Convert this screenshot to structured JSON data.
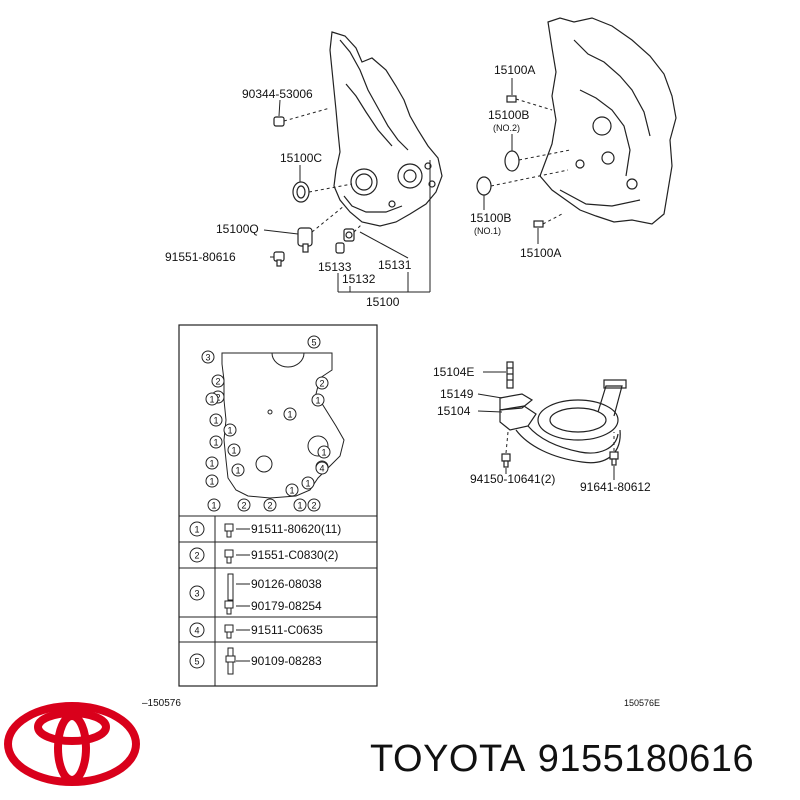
{
  "top_diagram": {
    "labels": {
      "bolt_a": "90344-53006",
      "seal_c": "15100C",
      "valve_q": "15100Q",
      "bolt_b": "91551-80616",
      "p15133": "15133",
      "p15132": "15132",
      "p15131": "15131",
      "assembly": "15100",
      "plug_a_top": "15100A",
      "oring_b_top": "15100B",
      "oring_b_top_note": "(NO.2)",
      "oring_b_bot": "15100B",
      "oring_b_bot_note": "(NO.1)",
      "plug_a_bot": "15100A"
    }
  },
  "legend_table": {
    "rows": [
      {
        "num": "1",
        "parts": [
          "91511-80620(11)"
        ]
      },
      {
        "num": "2",
        "parts": [
          "91551-C0830(2)"
        ]
      },
      {
        "num": "3",
        "parts": [
          "90126-08038",
          "90179-08254"
        ]
      },
      {
        "num": "4",
        "parts": [
          "91511-C0635"
        ]
      },
      {
        "num": "5",
        "parts": [
          "90109-08283"
        ]
      }
    ],
    "cover_markers": [
      "3",
      "5",
      "2",
      "2",
      "2",
      "1",
      "1",
      "1",
      "1",
      "1",
      "1",
      "1",
      "1",
      "2",
      "2",
      "1",
      "1",
      "1",
      "1",
      "1",
      "1",
      "1",
      "4",
      "1",
      "2"
    ]
  },
  "strainer_diagram": {
    "labels": {
      "stud": "15104E",
      "gasket": "15149",
      "strainer": "15104",
      "bolt_l": "94150-10641(2)",
      "bolt_r": "91641-80612"
    }
  },
  "ref_left": "–150576",
  "ref_right": "150576E",
  "brand": "TOYOTA",
  "part_number": "9155180616",
  "logo_color": "#d9001b"
}
